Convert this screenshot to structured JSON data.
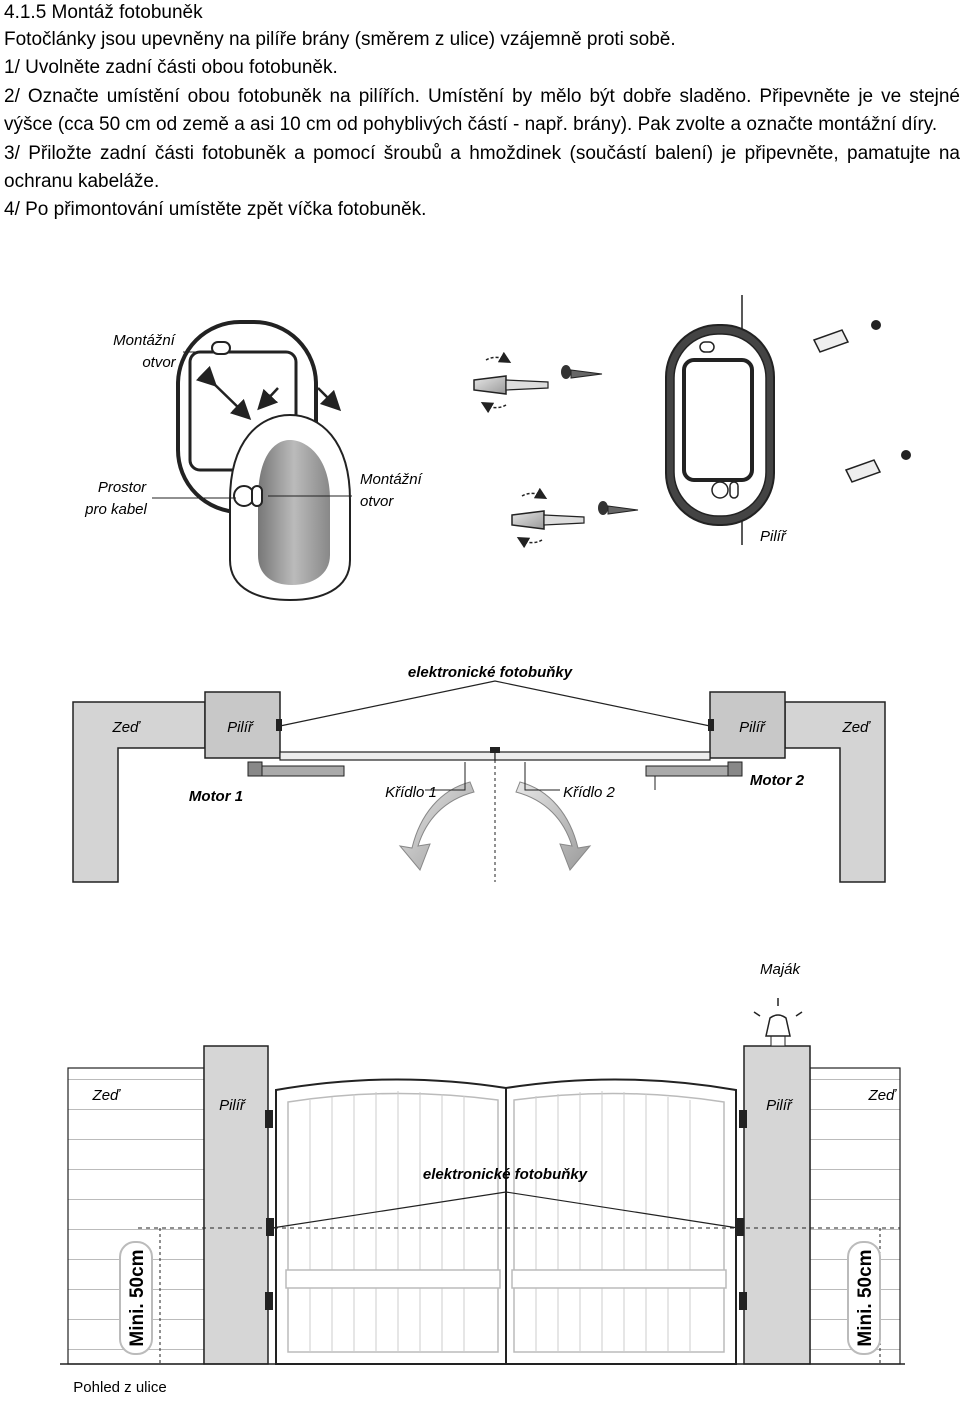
{
  "section": {
    "title": "4.1.5 Montáž fotobuněk",
    "paragraphs": [
      "Fotočlánky jsou upevněny na pilíře brány (směrem z ulice) vzájemně proti sobě.",
      "1/ Uvolněte zadní části obou fotobuněk.",
      "2/ Označte umístění obou fotobuněk na pilířích. Umístění by mělo být dobře sladěno. Připevněte je ve stejné výšce (cca 50 cm od země a asi 10 cm od pohyblivých částí - např. brány). Pak zvolte a označte montážní díry.",
      "3/ Přiložte zadní části fotobuněk a pomocí šroubů a hmoždinek (součástí balení) je připevněte, pamatujte na ochranu kabeláže.",
      "4/ Po přimontování umístěte zpět víčka fotobuněk."
    ]
  },
  "figure1": {
    "mount_hole_top": [
      "Montážní",
      "otvor"
    ],
    "cable_space": [
      "Prostor",
      "pro kabel"
    ],
    "mount_hole_mid": [
      "Montážní",
      "otvor"
    ],
    "pillar": "Pilíř"
  },
  "figure2": {
    "photocells": "elektronické fotobuňky",
    "wall_left": "Zeď",
    "pillar_left": "Pilíř",
    "pillar_right": "Pilíř",
    "wall_right": "Zeď",
    "motor1": "Motor 1",
    "wing1": "Křídlo 1",
    "wing2": "Křídlo 2",
    "motor2": "Motor 2"
  },
  "figure3": {
    "beacon": "Maják",
    "wall_left": "Zeď",
    "pillar_left": "Pilíř",
    "pillar_right": "Pilíř",
    "wall_right": "Zeď",
    "photocells": "elektronické fotobuňky",
    "min_height_left": "Mini. 50cm",
    "min_height_right": "Mini. 50cm",
    "view_caption": "Pohled z ulice"
  }
}
